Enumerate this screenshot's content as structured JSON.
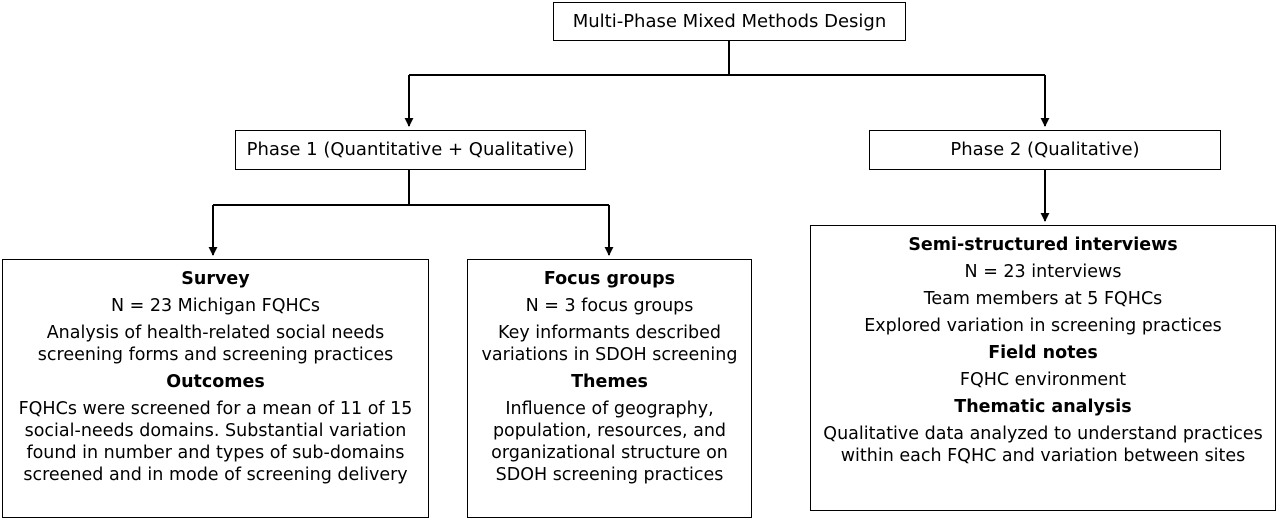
{
  "root": {
    "title": "Multi-Phase Mixed Methods Design"
  },
  "phase1": {
    "title": "Phase 1 (Quantitative + Qualitative)",
    "survey": {
      "heading": "Survey",
      "n": "N = 23 Michigan FQHCs",
      "desc_line1": "Analysis of health-related social needs",
      "desc_line2": "screening forms and screening practices",
      "outcomes_heading": "Outcomes",
      "outcomes_line1": "FQHCs were screened for a mean of 11 of 15",
      "outcomes_line2": "social-needs domains. Substantial variation",
      "outcomes_line3": "found in number and types of sub-domains",
      "outcomes_line4": "screened and in mode of screening delivery"
    },
    "focus_groups": {
      "heading": "Focus groups",
      "n": "N = 3 focus groups",
      "desc_line1": "Key informants described",
      "desc_line2": "variations in SDOH screening",
      "themes_heading": "Themes",
      "themes_line1": "Influence of geography,",
      "themes_line2": "population, resources, and",
      "themes_line3": "organizational structure on",
      "themes_line4": "SDOH screening practices"
    }
  },
  "phase2": {
    "title": "Phase 2 (Qualitative)",
    "interviews": {
      "heading": "Semi-structured interviews",
      "n": "N = 23 interviews",
      "team": "Team members at 5 FQHCs",
      "explored": "Explored variation in screening practices",
      "field_heading": "Field notes",
      "field_text": "FQHC environment",
      "thematic_heading": "Thematic analysis",
      "thematic_line1": "Qualitative data analyzed to understand practices",
      "thematic_line2": "within each FQHC and variation between sites"
    }
  }
}
